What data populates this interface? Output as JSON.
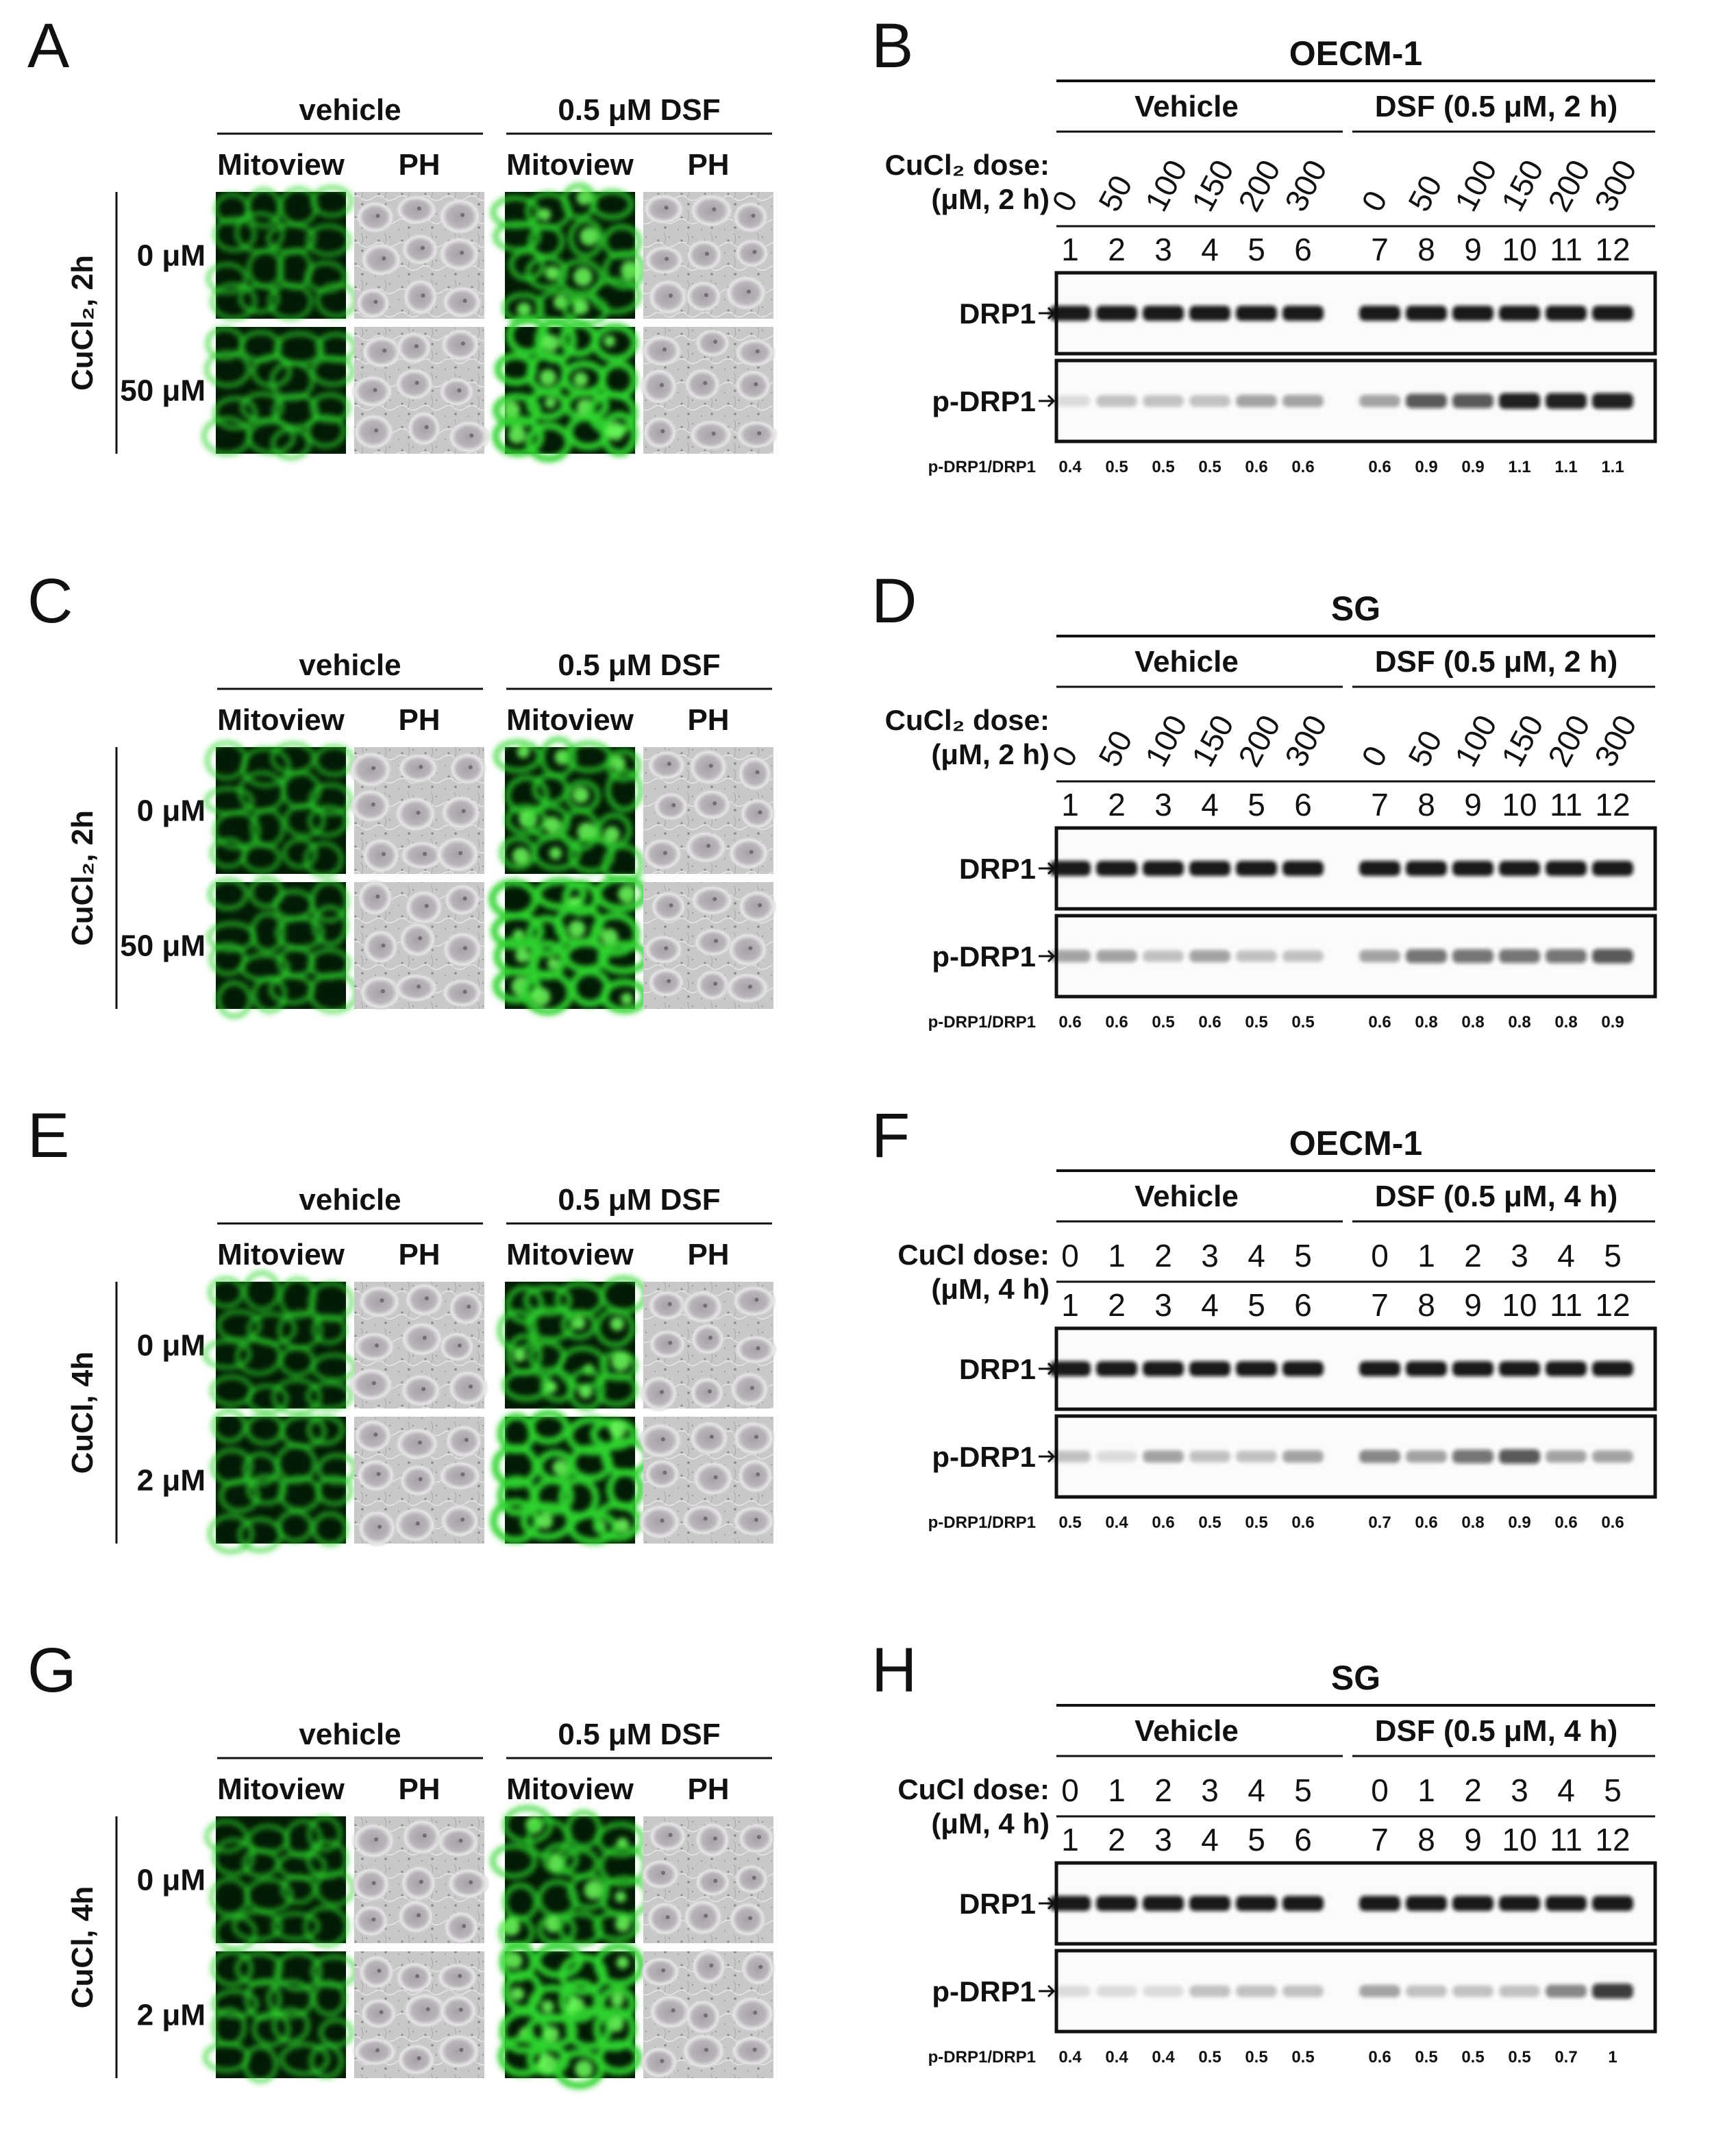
{
  "panels": [
    {
      "letter": "A",
      "type": "micro",
      "treat_a": "vehicle",
      "treat_b": "0.5 μM DSF",
      "col_mito": "Mitoview",
      "col_ph": "PH",
      "side": "CuCl₂, 2h",
      "dose1": "0 μM",
      "dose2": "50 μM"
    },
    {
      "letter": "B",
      "type": "blot",
      "cell": "OECM-1",
      "veh": "Vehicle",
      "dsf": "DSF (0.5 μM, 2 h)",
      "dose_lbl1": "CuCl₂ dose:",
      "dose_lbl2": "(μM, 2 h)",
      "doses": [
        "0",
        "50",
        "100",
        "150",
        "200",
        "300",
        "0",
        "50",
        "100",
        "150",
        "200",
        "300"
      ],
      "lanes": [
        "1",
        "2",
        "3",
        "4",
        "5",
        "6",
        "7",
        "8",
        "9",
        "10",
        "11",
        "12"
      ],
      "band1": "DRP1",
      "band2": "p-DRP1",
      "ratio_label": "p-DRP1/DRP1",
      "ratios": [
        "0.4",
        "0.5",
        "0.5",
        "0.5",
        "0.6",
        "0.6",
        "0.6",
        "0.9",
        "0.9",
        "1.1",
        "1.1",
        "1.1"
      ],
      "ratio_values": [
        0.4,
        0.5,
        0.5,
        0.5,
        0.6,
        0.6,
        0.6,
        0.9,
        0.9,
        1.1,
        1.1,
        1.1
      ]
    },
    {
      "letter": "C",
      "type": "micro",
      "treat_a": "vehicle",
      "treat_b": "0.5 μM DSF",
      "col_mito": "Mitoview",
      "col_ph": "PH",
      "side": "CuCl₂, 2h",
      "dose1": "0 μM",
      "dose2": "50 μM"
    },
    {
      "letter": "D",
      "type": "blot",
      "cell": "SG",
      "veh": "Vehicle",
      "dsf": "DSF (0.5 μM, 2 h)",
      "dose_lbl1": "CuCl₂ dose:",
      "dose_lbl2": "(μM, 2 h)",
      "doses": [
        "0",
        "50",
        "100",
        "150",
        "200",
        "300",
        "0",
        "50",
        "100",
        "150",
        "200",
        "300"
      ],
      "lanes": [
        "1",
        "2",
        "3",
        "4",
        "5",
        "6",
        "7",
        "8",
        "9",
        "10",
        "11",
        "12"
      ],
      "band1": "DRP1",
      "band2": "p-DRP1",
      "ratio_label": "p-DRP1/DRP1",
      "ratios": [
        "0.6",
        "0.6",
        "0.5",
        "0.6",
        "0.5",
        "0.5",
        "0.6",
        "0.8",
        "0.8",
        "0.8",
        "0.8",
        "0.9"
      ],
      "ratio_values": [
        0.6,
        0.6,
        0.5,
        0.6,
        0.5,
        0.5,
        0.6,
        0.8,
        0.8,
        0.8,
        0.8,
        0.9
      ]
    },
    {
      "letter": "E",
      "type": "micro",
      "treat_a": "vehicle",
      "treat_b": "0.5 μM DSF",
      "col_mito": "Mitoview",
      "col_ph": "PH",
      "side": "CuCl, 4h",
      "dose1": "0 μM",
      "dose2": "2 μM"
    },
    {
      "letter": "F",
      "type": "blot",
      "cell": "OECM-1",
      "veh": "Vehicle",
      "dsf": "DSF (0.5 μM, 4 h)",
      "dose_lbl1": "CuCl dose:",
      "dose_lbl2": "(μM, 4 h)",
      "doses": [
        "0",
        "1",
        "2",
        "3",
        "4",
        "5",
        "0",
        "1",
        "2",
        "3",
        "4",
        "5"
      ],
      "lanes": [
        "1",
        "2",
        "3",
        "4",
        "5",
        "6",
        "7",
        "8",
        "9",
        "10",
        "11",
        "12"
      ],
      "band1": "DRP1",
      "band2": "p-DRP1",
      "ratio_label": "p-DRP1/DRP1",
      "ratios": [
        "0.5",
        "0.4",
        "0.6",
        "0.5",
        "0.5",
        "0.6",
        "0.7",
        "0.6",
        "0.8",
        "0.9",
        "0.6",
        "0.6"
      ],
      "ratio_values": [
        0.5,
        0.4,
        0.6,
        0.5,
        0.5,
        0.6,
        0.7,
        0.6,
        0.8,
        0.9,
        0.6,
        0.6
      ]
    },
    {
      "letter": "G",
      "type": "micro",
      "treat_a": "vehicle",
      "treat_b": "0.5 μM DSF",
      "col_mito": "Mitoview",
      "col_ph": "PH",
      "side": "CuCl, 4h",
      "dose1": "0 μM",
      "dose2": "2 μM"
    },
    {
      "letter": "H",
      "type": "blot",
      "cell": "SG",
      "veh": "Vehicle",
      "dsf": "DSF (0.5 μM, 4 h)",
      "dose_lbl1": "CuCl dose:",
      "dose_lbl2": "(μM, 4 h)",
      "doses": [
        "0",
        "1",
        "2",
        "3",
        "4",
        "5",
        "0",
        "1",
        "2",
        "3",
        "4",
        "5"
      ],
      "lanes": [
        "1",
        "2",
        "3",
        "4",
        "5",
        "6",
        "7",
        "8",
        "9",
        "10",
        "11",
        "12"
      ],
      "band1": "DRP1",
      "band2": "p-DRP1",
      "ratio_label": "p-DRP1/DRP1",
      "ratios": [
        "0.4",
        "0.4",
        "0.4",
        "0.5",
        "0.5",
        "0.5",
        "0.6",
        "0.5",
        "0.5",
        "0.5",
        "0.7",
        "1"
      ],
      "ratio_values": [
        0.4,
        0.4,
        0.4,
        0.5,
        0.5,
        0.5,
        0.6,
        0.5,
        0.5,
        0.5,
        0.7,
        1.0
      ]
    }
  ],
  "colors": {
    "mito_green": "#2fd42f",
    "mito_dark": "#031a05",
    "ph_gray": "#c9c9c9",
    "band": "#0c0c0c",
    "text": "#111111"
  }
}
